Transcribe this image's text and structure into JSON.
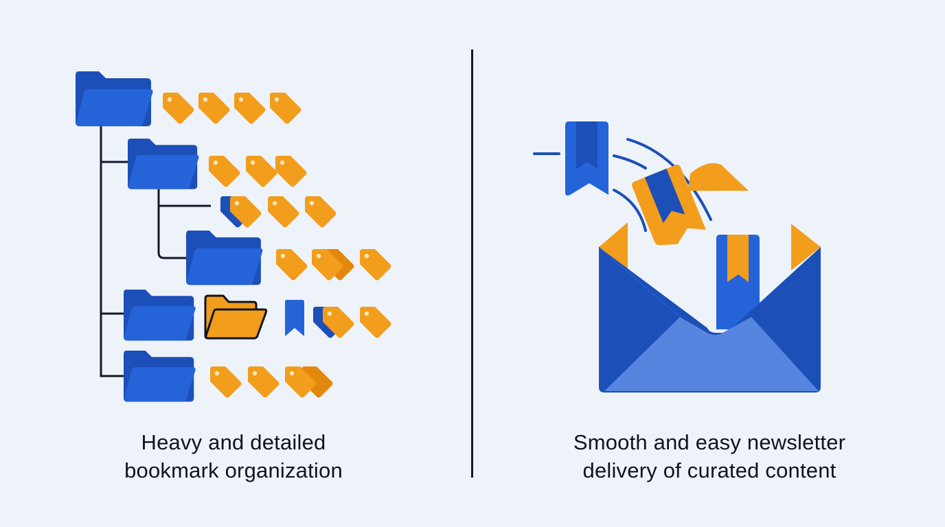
{
  "comparison": {
    "left": {
      "title": "Bookmark organization",
      "caption_lines": [
        "Heavy and detailed",
        "bookmark organization"
      ],
      "illustration": "nested-folder-tree-with-tags",
      "tree_rows": [
        {
          "level": 0,
          "folder": "blue",
          "items": [
            "tag",
            "tag",
            "tag",
            "tag"
          ]
        },
        {
          "level": 1,
          "folder": "blue",
          "items": [
            "tag",
            "tag",
            "tag"
          ]
        },
        {
          "level": 2,
          "folder": null,
          "items": [
            "stacked-bookmark-tag",
            "tag",
            "tag"
          ]
        },
        {
          "level": 2,
          "folder": "blue",
          "items": [
            "tag",
            "stacked-tags",
            "tag"
          ]
        },
        {
          "level": 1,
          "folder": "blue",
          "items": [
            "orange-folder",
            "bookmark",
            "stacked-bookmark-tag",
            "tag"
          ]
        },
        {
          "level": 1,
          "folder": "blue",
          "items": [
            "tag",
            "tag",
            "stacked-tags"
          ]
        }
      ]
    },
    "right": {
      "title": "Newsletter delivery",
      "caption_lines": [
        "Smooth and easy newsletter",
        "delivery of curated content"
      ],
      "illustration": "open-envelope-receiving-bookmarks"
    }
  },
  "colors": {
    "background": "#eef3fa",
    "blue_primary": "#2563d9",
    "blue_dark": "#1c4fb8",
    "blue_light": "#5585df",
    "orange": "#f29d1c",
    "orange_dark": "#e2880e",
    "line": "#12182b",
    "text": "#12141c"
  }
}
